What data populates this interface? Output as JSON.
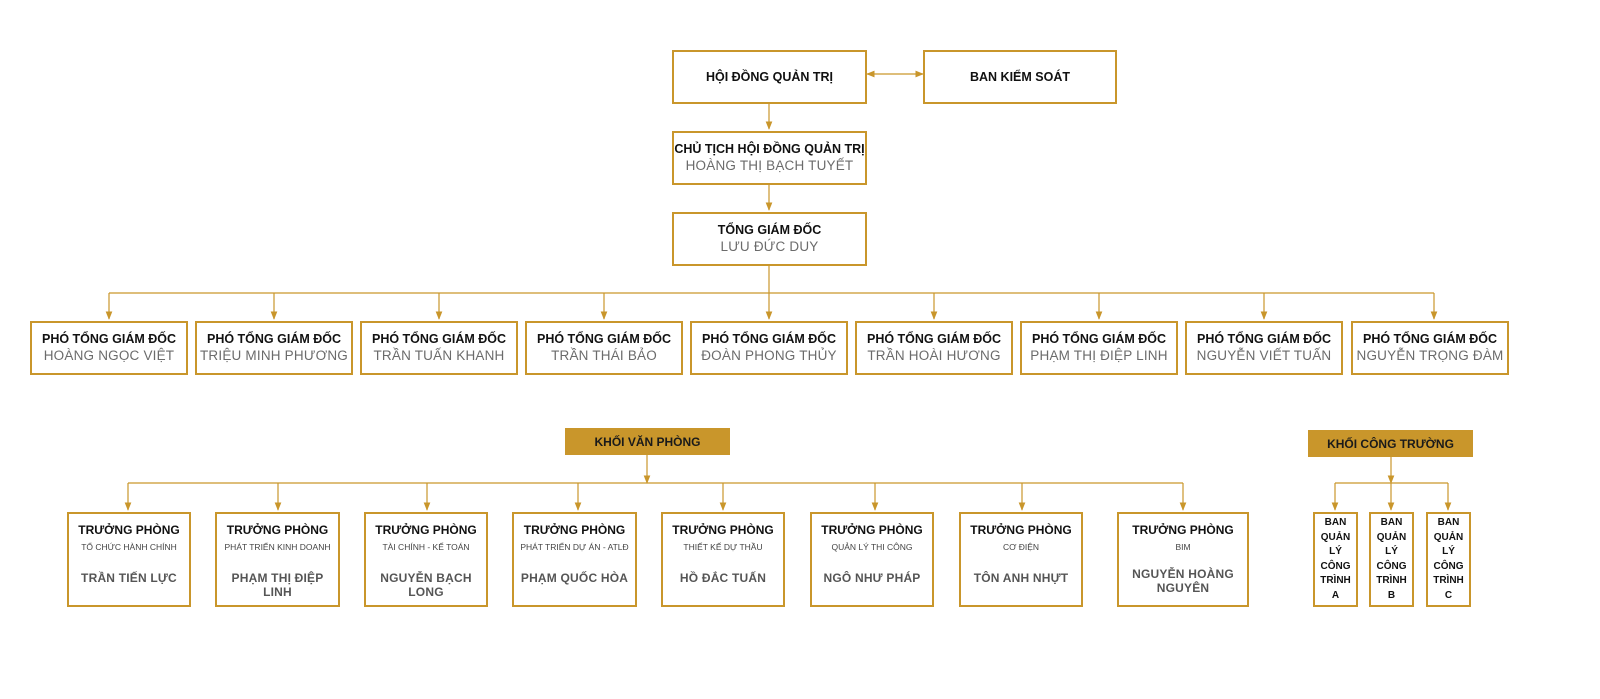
{
  "board": {
    "title": "HỘI ĐỒNG QUẢN TRỊ"
  },
  "control": {
    "title": "BAN KIỂM SOÁT"
  },
  "chairman": {
    "title": "CHỦ TỊCH HỘI ĐỒNG QUẢN TRỊ",
    "name": "HOÀNG THỊ BẠCH TUYẾT"
  },
  "ceo": {
    "title": "TỔNG GIÁM ĐỐC",
    "name": "LƯU ĐỨC DUY"
  },
  "deputies": [
    {
      "title": "PHÓ TỔNG GIÁM ĐỐC",
      "name": "HOÀNG NGỌC VIỆT"
    },
    {
      "title": "PHÓ TỔNG GIÁM ĐỐC",
      "name": "TRIỆU MINH PHƯƠNG"
    },
    {
      "title": "PHÓ TỔNG GIÁM ĐỐC",
      "name": "TRẦN TUẤN KHANH"
    },
    {
      "title": "PHÓ TỔNG GIÁM ĐỐC",
      "name": "TRẦN THÁI BẢO"
    },
    {
      "title": "PHÓ TỔNG GIÁM ĐỐC",
      "name": "ĐOÀN PHONG THỦY"
    },
    {
      "title": "PHÓ TỔNG GIÁM ĐỐC",
      "name": "TRẦN HOÀI HƯƠNG"
    },
    {
      "title": "PHÓ TỔNG GIÁM ĐỐC",
      "name": "PHẠM THỊ ĐIỆP LINH"
    },
    {
      "title": "PHÓ TỔNG GIÁM ĐỐC",
      "name": "NGUYỄN VIẾT TUẤN"
    },
    {
      "title": "PHÓ TỔNG GIÁM ĐỐC",
      "name": "NGUYỄN TRỌNG ĐÀM"
    }
  ],
  "office_block": {
    "title": "KHỐI VĂN PHÒNG"
  },
  "site_block": {
    "title": "KHỐI CÔNG TRƯỜNG"
  },
  "departments": [
    {
      "title": "TRƯỞNG PHÒNG",
      "dept": "TỔ CHỨC HÀNH CHÍNH",
      "name": "TRẦN TIẾN LỰC"
    },
    {
      "title": "TRƯỞNG PHÒNG",
      "dept": "PHÁT TRIỂN KINH DOANH",
      "name": "PHẠM THỊ ĐIỆP LINH"
    },
    {
      "title": "TRƯỞNG PHÒNG",
      "dept": "TÀI CHÍNH - KẾ TOÁN",
      "name": "NGUYỄN BẠCH LONG"
    },
    {
      "title": "TRƯỞNG PHÒNG",
      "dept": "PHÁT TRIỂN DỰ ÁN - ATLĐ",
      "name": "PHẠM QUỐC HÒA"
    },
    {
      "title": "TRƯỞNG PHÒNG",
      "dept": "THIẾT KẾ DỰ THẦU",
      "name": "HỒ ĐẮC TUẤN"
    },
    {
      "title": "TRƯỞNG PHÒNG",
      "dept": "QUẢN LÝ THI CÔNG",
      "name": "NGÔ NHƯ PHÁP"
    },
    {
      "title": "TRƯỞNG PHÒNG",
      "dept": "CƠ ĐIỆN",
      "name": "TÔN ANH NHỰT"
    },
    {
      "title": "TRƯỞNG PHÒNG",
      "dept": "BIM",
      "name": "NGUYỄN HOÀNG NGUYÊN"
    }
  ],
  "sites": [
    {
      "title": "BAN QUẢN LÝ CÔNG TRÌNH A"
    },
    {
      "title": "BAN QUẢN LÝ CÔNG TRÌNH B"
    },
    {
      "title": "BAN QUẢN LÝ CÔNG TRÌNH C"
    }
  ],
  "colors": {
    "accent": "#c9962b",
    "name_text": "#6b6b6b"
  }
}
